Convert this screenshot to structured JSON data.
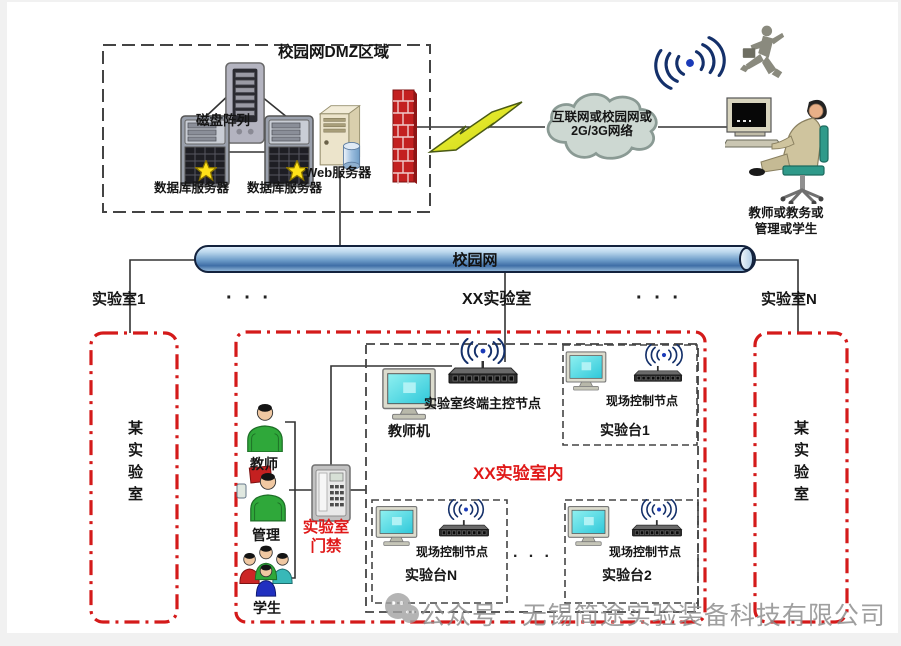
{
  "dmz": {
    "title": "校园网DMZ区域",
    "disk_array": "磁盘阵列",
    "db_left": "数据库服务器",
    "db_right": "数据库服务器",
    "web": "Web服务器"
  },
  "wan": {
    "cloud1": "互联网或校园网或",
    "cloud2": "2G/3G网络",
    "user1": "教师或教务或",
    "user2": "管理或学生"
  },
  "backbone": {
    "pipe": "校园网",
    "lab1": "实验室1",
    "dots1": "· · ·",
    "xxlab": "XX实验室",
    "dots2": "· · ·",
    "labn": "实验室N"
  },
  "leftlab": {
    "name": "某实验室"
  },
  "rightlab": {
    "name": "某实验室"
  },
  "room": {
    "inner": "XX实验室内",
    "teacher": "教师",
    "admin": "管理",
    "student": "学生",
    "door1": "实验室",
    "door2": "门禁",
    "teacherpc": "教师机",
    "master": "实验室终端主控节点",
    "dots": "· · ·",
    "bench1_node": "现场控制节点",
    "bench1": "实验台1",
    "benchn_node": "现场控制节点",
    "benchn": "实验台N",
    "bench2_node": "现场控制节点",
    "bench2": "实验台2"
  },
  "watermark": {
    "text": "公众号 : 无锡简途实验装备科技有限公司"
  },
  "colors": {
    "box_red": "#d41a1a",
    "accent_red": "#e01818",
    "pipe_blue": "#3f6ea6",
    "screen_cyan": "#3fd6e0",
    "firewall_red": "#c32020"
  }
}
